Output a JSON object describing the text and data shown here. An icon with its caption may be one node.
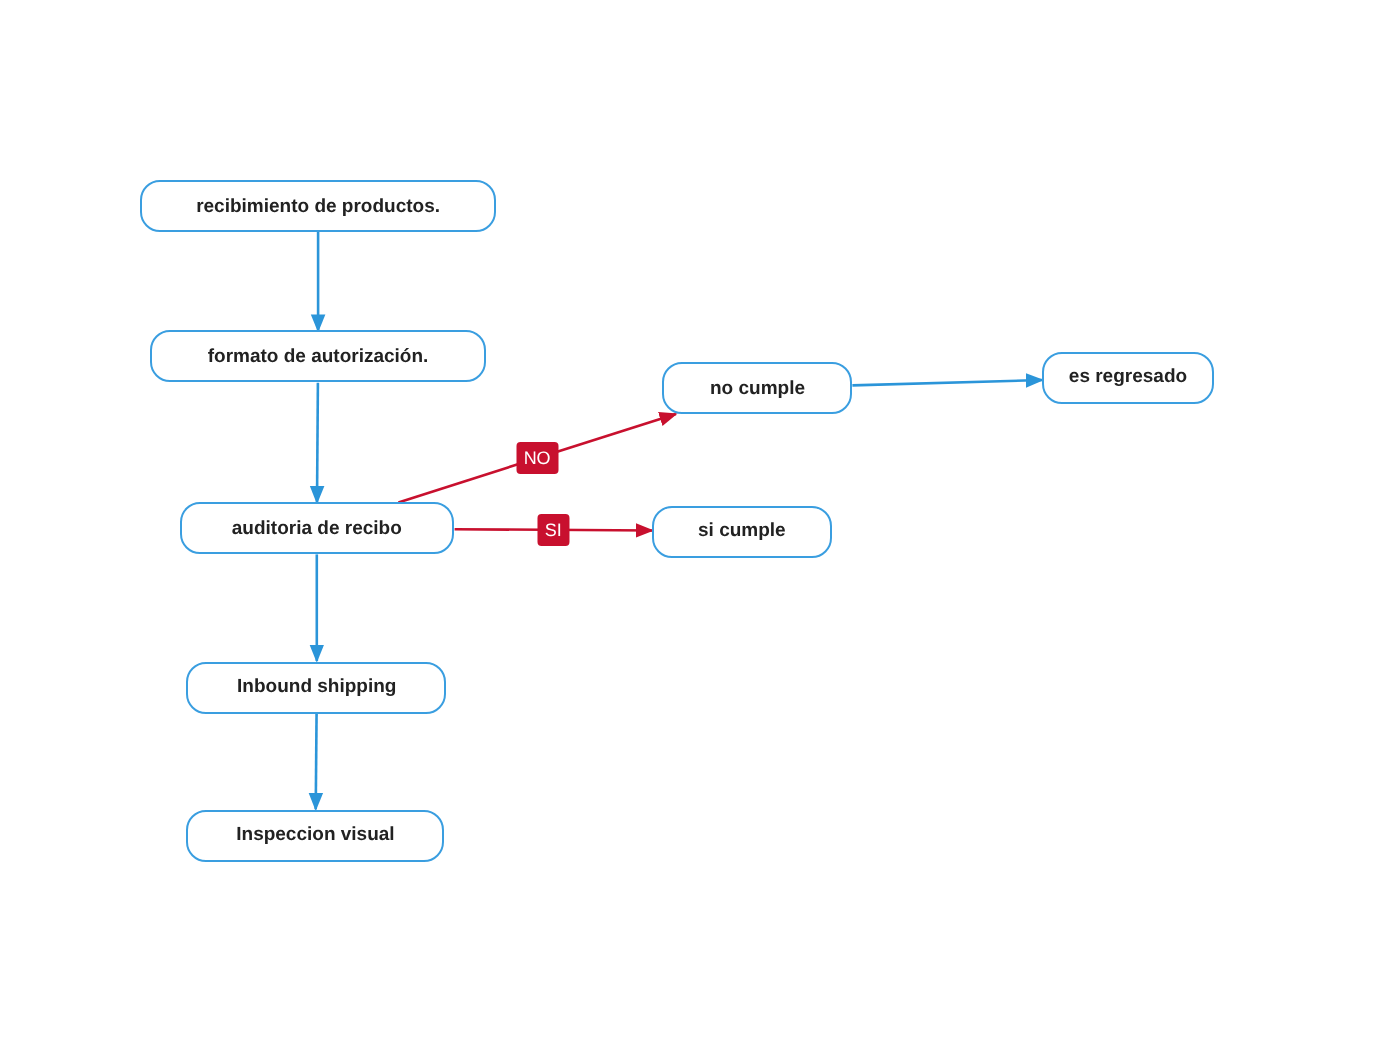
{
  "diagram": {
    "nodes": [
      {
        "text": [
          "recibimiento de productos."
        ]
      },
      {
        "text": [
          "formato de autorización."
        ]
      },
      {
        "text": [
          "auditoria de recibo"
        ]
      },
      {
        "text": [
          "no cumple"
        ]
      },
      {
        "text": [
          "es regresado"
        ]
      },
      {
        "text": [
          "si cumple"
        ]
      },
      {
        "text": [
          "Inbound shipping"
        ]
      },
      {
        "text": [
          "Inspeccion visual"
        ]
      }
    ],
    "edges": [
      {
        "from": 0,
        "to": 1,
        "arrow": "to"
      },
      {
        "from": 1,
        "to": 2,
        "arrow": "to"
      },
      {
        "from": 2,
        "to": 3,
        "arrow": "to",
        "label": "NO",
        "color": "#c8102e"
      },
      {
        "from": 3,
        "to": 4,
        "arrow": "to"
      },
      {
        "from": 2,
        "to": 5,
        "arrow": "to",
        "label": "SI",
        "color": "#c8102e"
      },
      {
        "from": 2,
        "to": 6,
        "arrow": "to"
      },
      {
        "from": 6,
        "to": 7,
        "arrow": "to"
      }
    ]
  }
}
